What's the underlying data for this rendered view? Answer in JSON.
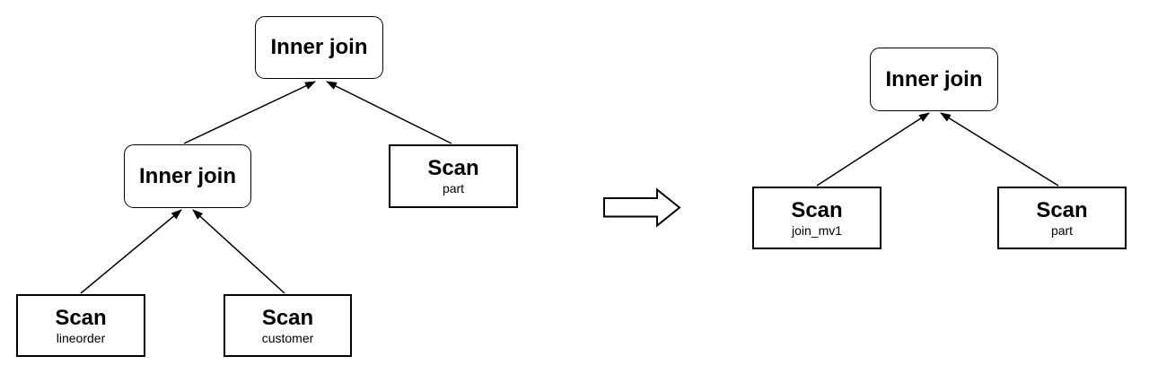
{
  "diagram": {
    "type": "query-plan-rewrite",
    "colors": {
      "stroke": "#000000",
      "node_fill": "#ffffff",
      "background": "#ffffff"
    },
    "icons": {
      "transform_arrow": "right-arrow"
    },
    "before": {
      "nodes": {
        "root": {
          "label": "Inner join"
        },
        "mid_join": {
          "label": "Inner join"
        },
        "scan_part": {
          "label": "Scan",
          "sublabel": "part"
        },
        "scan_lineorder": {
          "label": "Scan",
          "sublabel": "lineorder"
        },
        "scan_customer": {
          "label": "Scan",
          "sublabel": "customer"
        }
      },
      "edges": [
        {
          "from": "mid_join",
          "to": "root"
        },
        {
          "from": "scan_part",
          "to": "root"
        },
        {
          "from": "scan_lineorder",
          "to": "mid_join"
        },
        {
          "from": "scan_customer",
          "to": "mid_join"
        }
      ]
    },
    "after": {
      "nodes": {
        "root": {
          "label": "Inner join"
        },
        "scan_join_mv1": {
          "label": "Scan",
          "sublabel": "join_mv1"
        },
        "scan_part": {
          "label": "Scan",
          "sublabel": "part"
        }
      },
      "edges": [
        {
          "from": "scan_join_mv1",
          "to": "root"
        },
        {
          "from": "scan_part",
          "to": "root"
        }
      ]
    }
  }
}
